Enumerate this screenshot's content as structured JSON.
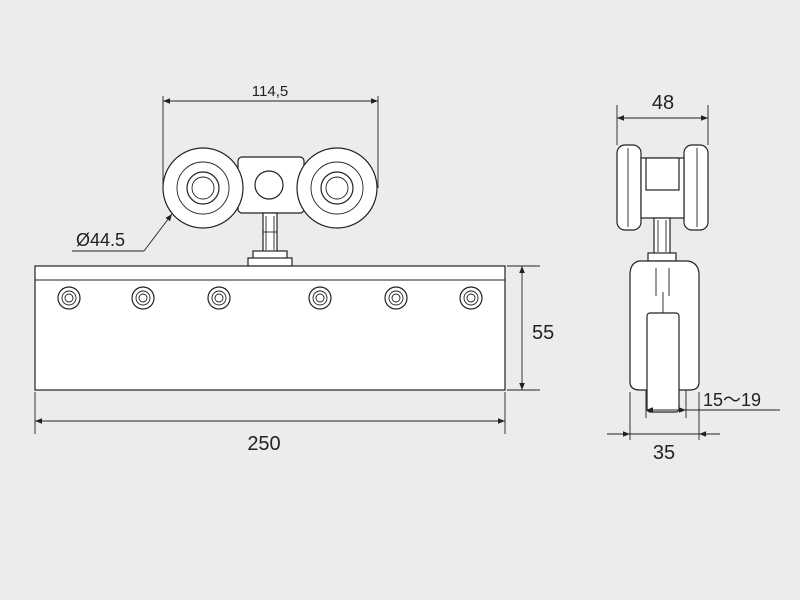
{
  "drawing": {
    "front_view": {
      "wheel_center_distance": "114,5",
      "wheel_diameter": "Ø44.5",
      "rail_height": "55",
      "rail_length": "250"
    },
    "side_view": {
      "roller_width": "48",
      "slot_range": "15～19",
      "rail_width": "35"
    },
    "colors": {
      "background": "#ececec",
      "line": "#222222",
      "fill": "#ffffff"
    }
  }
}
